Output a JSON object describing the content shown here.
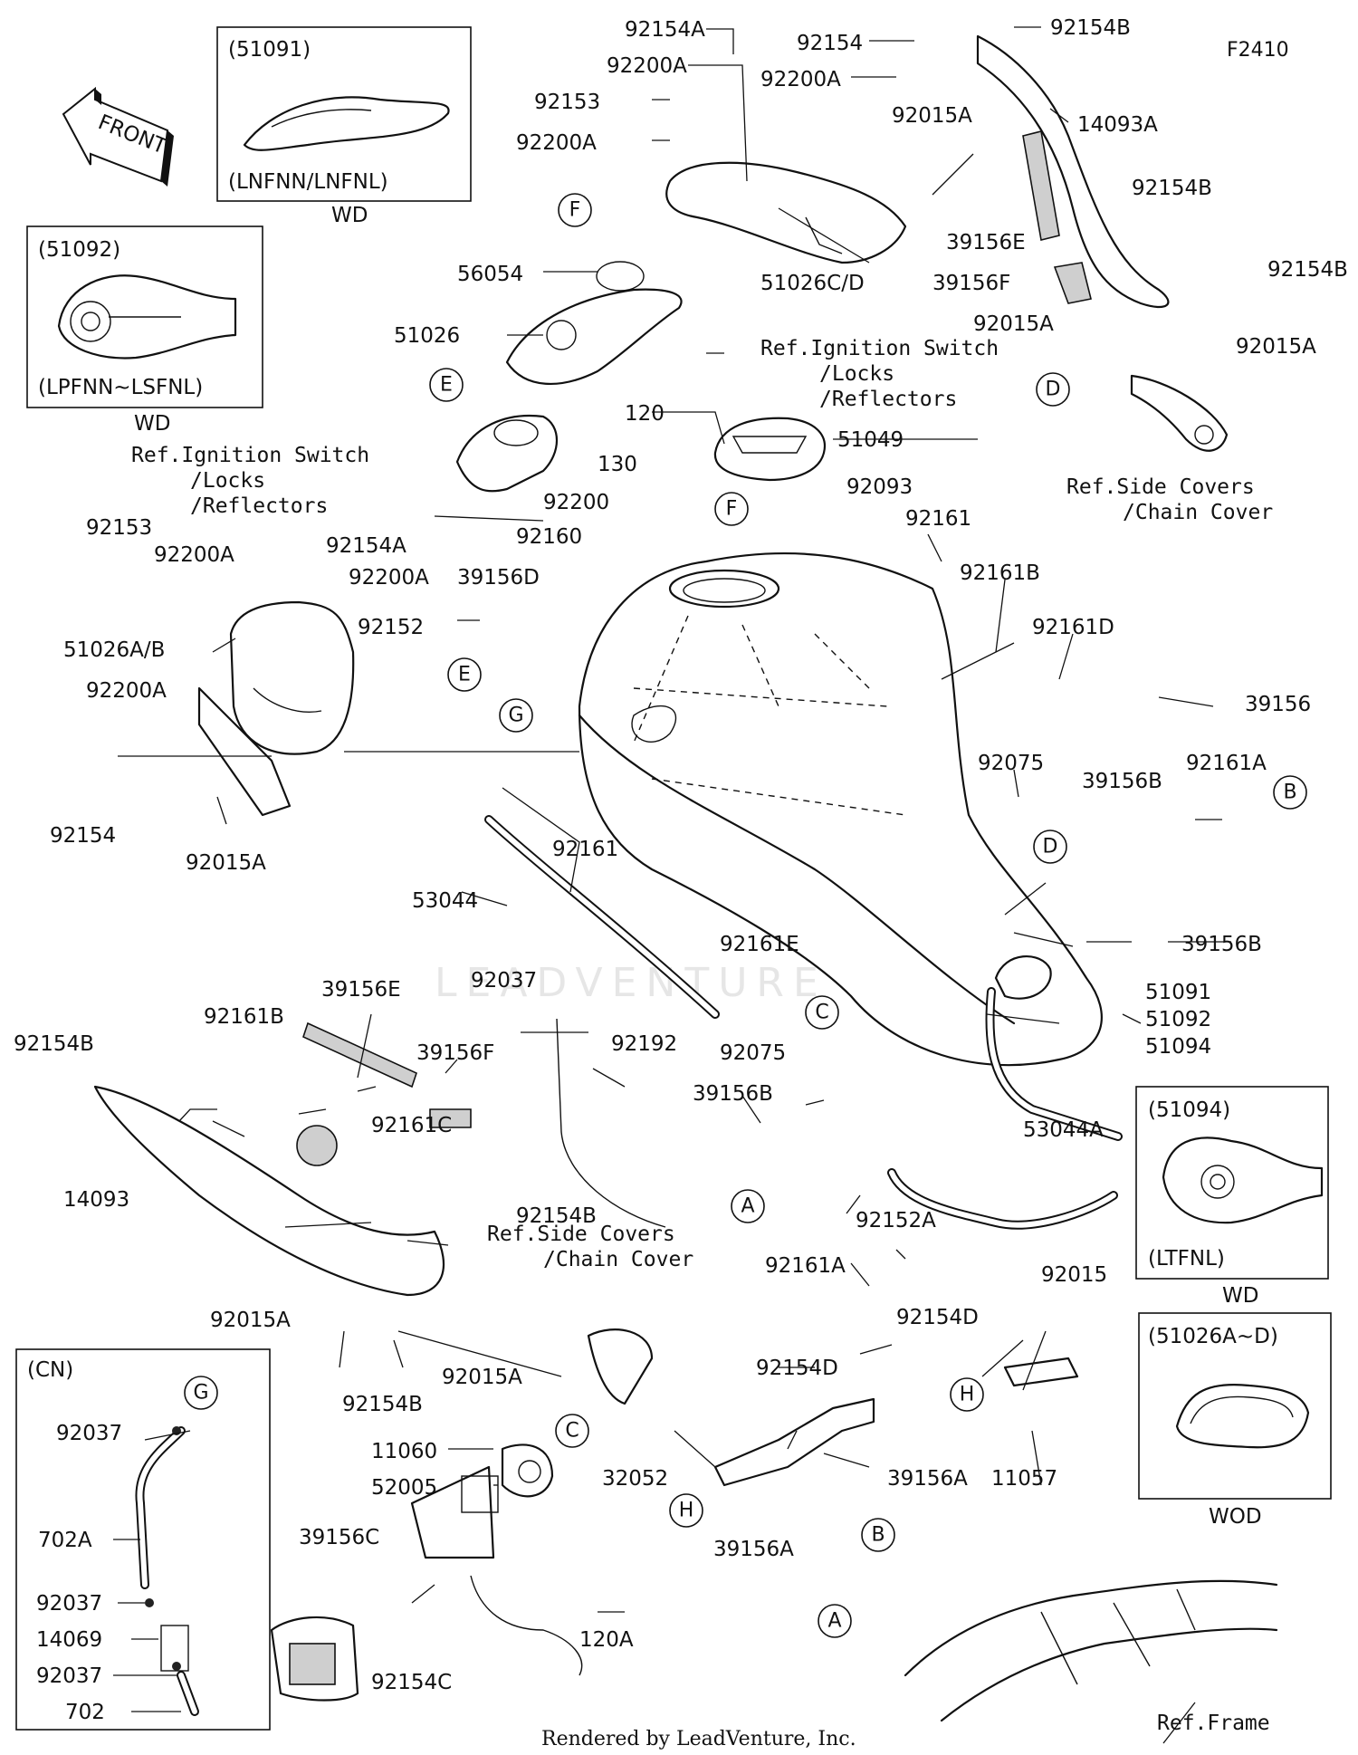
{
  "figure_code": "F2410",
  "front_label": "FRONT",
  "footer": "Rendered by LeadVenture, Inc.",
  "watermark": "LEADVENTURE",
  "insets": {
    "a": {
      "code": "(51091)",
      "variant": "(LNFNN/LNFNL)",
      "type": "WD"
    },
    "b": {
      "code": "(51092)",
      "variant": "(LPFNN~LSFNL)",
      "type": "WD"
    },
    "c": {
      "code": "(51094)",
      "variant": "(LTFNL)",
      "type": "WD"
    },
    "d": {
      "code": "(51026A~D)",
      "type": "WOD"
    },
    "e": {
      "code": "(CN)"
    }
  },
  "refs": {
    "ignition_1": [
      "Ref.Ignition Switch",
      "/Locks",
      "/Reflectors"
    ],
    "ignition_2": [
      "Ref.Ignition Switch",
      "/Locks",
      "/Reflectors"
    ],
    "side_covers_1": [
      "Ref.Side Covers",
      "/Chain Cover"
    ],
    "side_covers_2": [
      "Ref.Side Covers",
      "/Chain Cover"
    ],
    "frame": "Ref.Frame"
  },
  "tank_assy": [
    "51091",
    "51092",
    "51094"
  ],
  "labels": {
    "l92154A_top": "92154A",
    "l92200A_top": "92200A",
    "l92154_top": "92154",
    "l92200A_top2": "92200A",
    "l92154B_top": "92154B",
    "l14093A": "14093A",
    "l92015A_1": "92015A",
    "l92153_top": "92153",
    "l92200A_3": "92200A",
    "l92154B_2": "92154B",
    "l39156E_top": "39156E",
    "l39156F_top": "39156F",
    "l92154B_3": "92154B",
    "l51026CD": "51026C/D",
    "l56054": "56054",
    "l51026": "51026",
    "l92015A_2": "92015A",
    "l92015A_3": "92015A",
    "l120": "120",
    "l51049": "51049",
    "l130": "130",
    "l92200": "92200",
    "l92093": "92093",
    "l92160": "92160",
    "l92161": "92161",
    "l92153_left": "92153",
    "l92200A_left": "92200A",
    "l92154A_left": "92154A",
    "l92200A_left2": "92200A",
    "l39156D": "39156D",
    "l92161B": "92161B",
    "l92152": "92152",
    "l51026AB": "51026A/B",
    "l92161D": "92161D",
    "l92200A_left3": "92200A",
    "l39156": "39156",
    "l92154_left": "92154",
    "l92015A_left": "92015A",
    "l92075_1": "92075",
    "l39156B_1": "39156B",
    "l92161A_1": "92161A",
    "l53044": "53044",
    "l92161_mid": "92161",
    "l92161E": "92161E",
    "l39156B_2": "39156B",
    "l92037_mid": "92037",
    "l92192": "92192",
    "l92075_2": "92075",
    "l92154B_left": "92154B",
    "l92161B_left": "92161B",
    "l39156E_mid": "39156E",
    "l39156F_mid": "39156F",
    "l92161C": "92161C",
    "l39156B_3": "39156B",
    "l53044A": "53044A",
    "l14093": "14093",
    "l92154B_mid": "92154B",
    "l92152A": "92152A",
    "l92161A_2": "92161A",
    "l92015A_bot1": "92015A",
    "l92154B_bot": "92154B",
    "l92015A_bot2": "92015A",
    "l92015": "92015",
    "l92154D_1": "92154D",
    "l92154D_2": "92154D",
    "l11060": "11060",
    "l52005": "52005",
    "l32052": "32052",
    "l39156A_1": "39156A",
    "l11057": "11057",
    "l39156C": "39156C",
    "l39156A_2": "39156A",
    "l120A": "120A",
    "l92154C": "92154C",
    "l92037_cn1": "92037",
    "l702A": "702A",
    "l92037_cn2": "92037",
    "l14069": "14069",
    "l92037_cn3": "92037",
    "l702": "702"
  },
  "callouts": [
    "F",
    "E",
    "D",
    "G",
    "F",
    "E",
    "D",
    "B",
    "C",
    "A",
    "H",
    "G",
    "C",
    "H",
    "B",
    "A"
  ]
}
